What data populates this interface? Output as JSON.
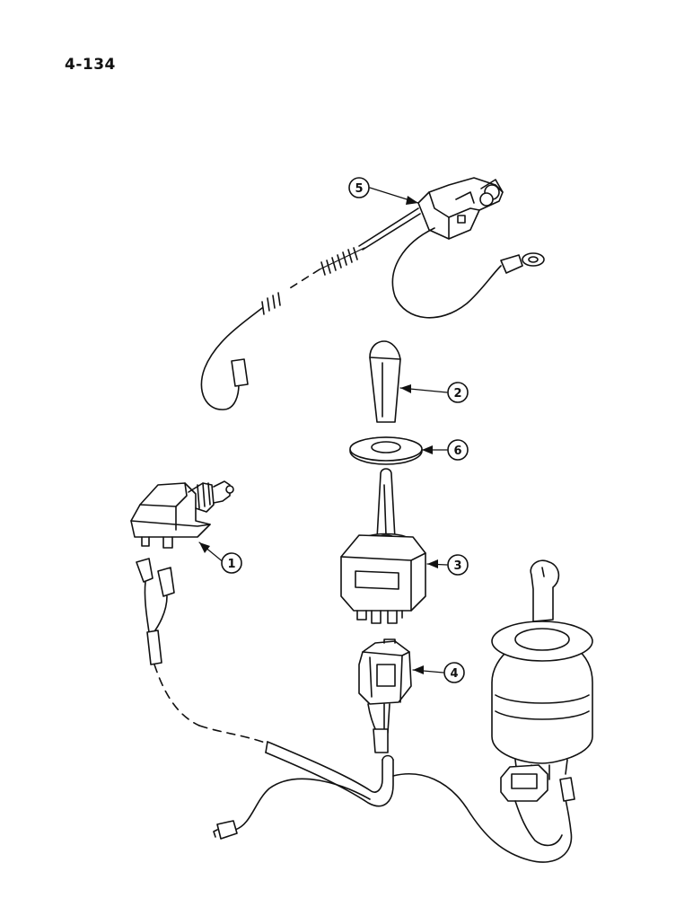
{
  "page_number": "4-134",
  "callouts": [
    {
      "id": "1",
      "part": "plunger-switch"
    },
    {
      "id": "2",
      "part": "toggle-knob"
    },
    {
      "id": "3",
      "part": "toggle-switch"
    },
    {
      "id": "4",
      "part": "connector"
    },
    {
      "id": "5",
      "part": "connector-with-ring-terminal"
    },
    {
      "id": "6",
      "part": "washer"
    }
  ]
}
